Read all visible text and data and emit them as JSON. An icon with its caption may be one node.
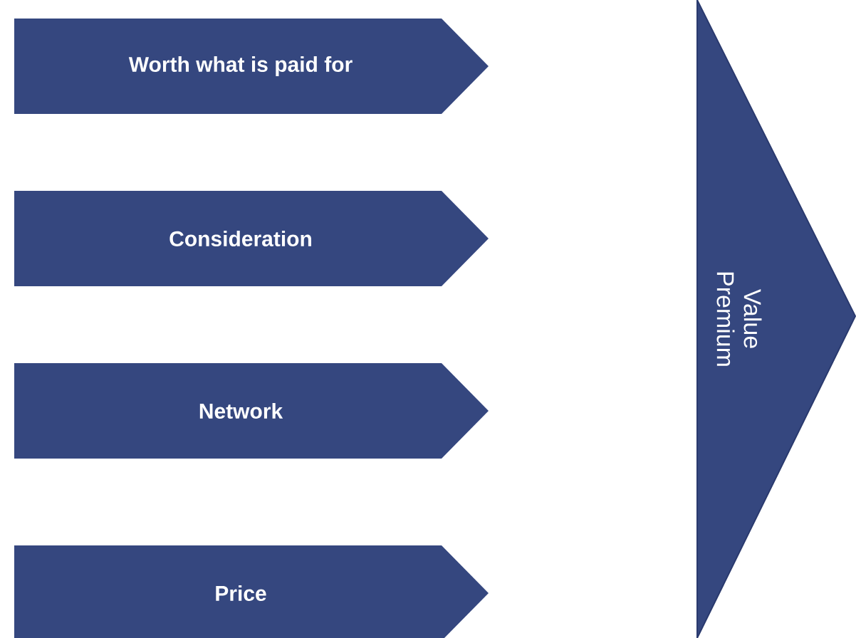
{
  "diagram": {
    "nodes": [
      {
        "text": [
          "Worth what is paid for"
        ]
      },
      {
        "text": [
          "Consideration"
        ]
      },
      {
        "text": [
          "Network"
        ]
      },
      {
        "text": [
          "Price"
        ]
      },
      {
        "text": [
          "Value Premium"
        ]
      }
    ]
  }
}
